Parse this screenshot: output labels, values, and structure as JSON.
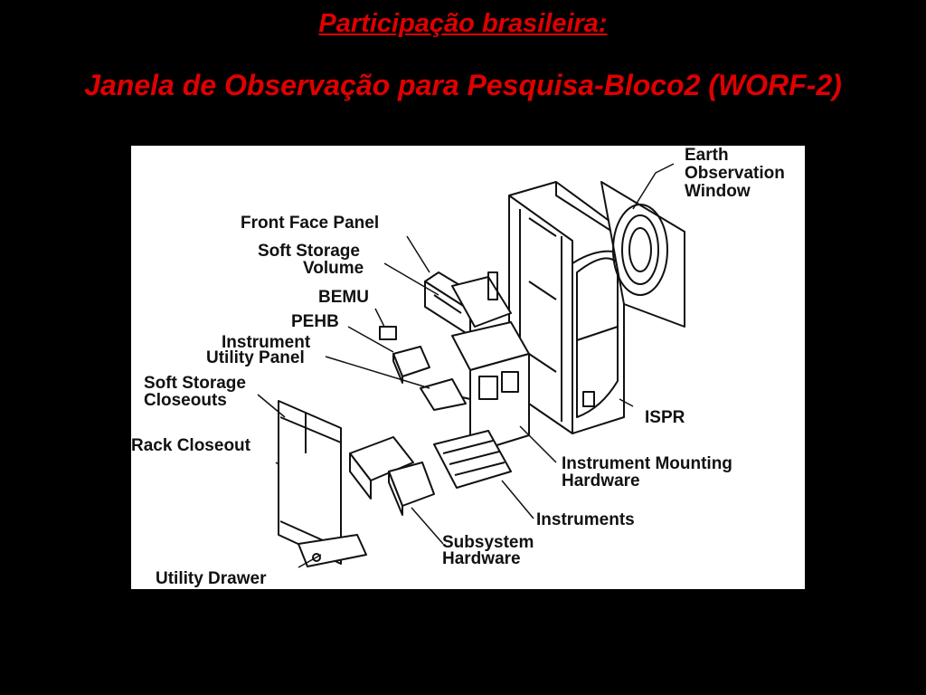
{
  "slide": {
    "title": "Participação brasileira:",
    "subtitle": "Janela de Observação para Pesquisa-Bloco2 (WORF-2)"
  },
  "diagram": {
    "labels": {
      "earth_obs_1": "Earth",
      "earth_obs_2": "Observation",
      "earth_obs_3": "Window",
      "front_face_panel": "Front Face Panel",
      "soft_storage_volume_1": "Soft Storage",
      "soft_storage_volume_2": "Volume",
      "bemu": "BEMU",
      "pehb": "PEHB",
      "instrument_utility_1": "Instrument",
      "instrument_utility_2": "Utility Panel",
      "soft_storage_closeouts_1": "Soft Storage",
      "soft_storage_closeouts_2": "Closeouts",
      "rack_closeout": "Rack Closeout",
      "utility_drawer": "Utility Drawer",
      "ispr": "ISPR",
      "instrument_mounting_1": "Instrument Mounting",
      "instrument_mounting_2": "Hardware",
      "instruments": "Instruments",
      "subsystem_hardware_1": "Subsystem",
      "subsystem_hardware_2": "Hardware"
    }
  }
}
